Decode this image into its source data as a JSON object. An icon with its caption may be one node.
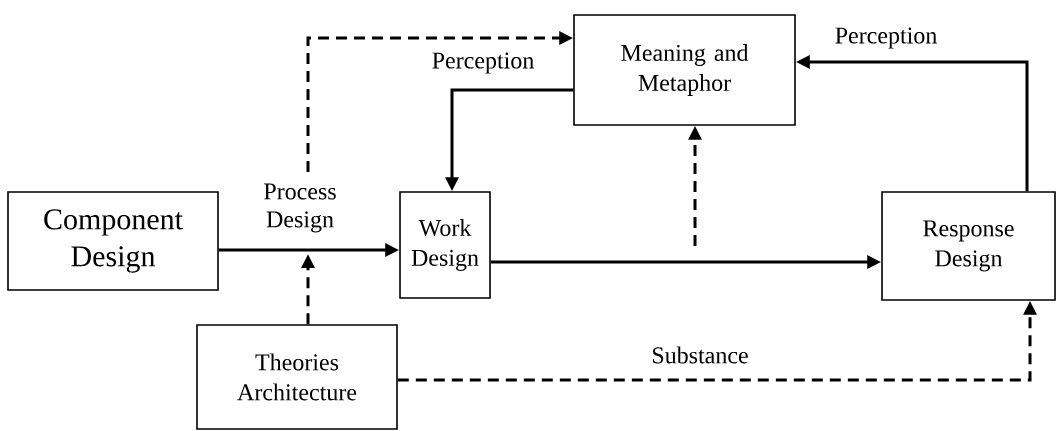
{
  "diagram": {
    "nodes": [
      {
        "text": [
          "Meaning and Metaphor"
        ]
      },
      {
        "text": [
          "Component Design"
        ]
      },
      {
        "text": [
          "Work Design"
        ]
      },
      {
        "text": [
          "Response Design"
        ]
      },
      {
        "text": [
          "Theories Architecture"
        ]
      }
    ],
    "edges": [
      {
        "from": 1,
        "to": 2,
        "arrow": "to",
        "label": "Process Design"
      },
      {
        "from": 4,
        "to": null,
        "arrow": "to",
        "style": "dashed"
      },
      {
        "from": null,
        "to": 0,
        "arrow": "to",
        "style": "dashed"
      },
      {
        "from": 0,
        "to": 2,
        "arrow": "to",
        "label": "Perception"
      },
      {
        "from": 2,
        "to": 3,
        "arrow": "to"
      },
      {
        "from": null,
        "to": 0,
        "arrow": "to",
        "style": "dashed"
      },
      {
        "from": 3,
        "to": 0,
        "arrow": "to",
        "label": "Perception"
      },
      {
        "from": 4,
        "to": 3,
        "arrow": "to",
        "style": "dashed",
        "label": "Substance"
      }
    ]
  }
}
